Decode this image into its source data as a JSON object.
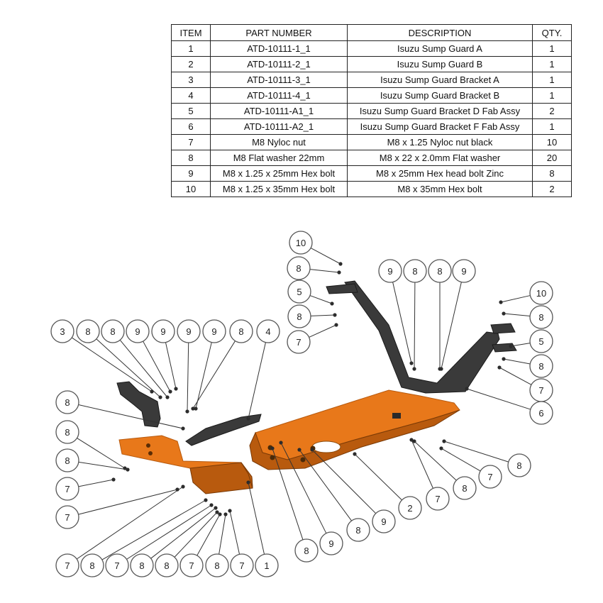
{
  "bom": {
    "headers": {
      "item": "ITEM",
      "part": "PART NUMBER",
      "desc": "DESCRIPTION",
      "qty": "QTY."
    },
    "rows": [
      {
        "item": "1",
        "part": "ATD-10111-1_1",
        "desc": "Isuzu Sump Guard A",
        "qty": "1"
      },
      {
        "item": "2",
        "part": "ATD-10111-2_1",
        "desc": "Isuzu Sump Guard B",
        "qty": "1"
      },
      {
        "item": "3",
        "part": "ATD-10111-3_1",
        "desc": "Isuzu Sump Guard Bracket A",
        "qty": "1"
      },
      {
        "item": "4",
        "part": "ATD-10111-4_1",
        "desc": "Isuzu Sump Guard Bracket B",
        "qty": "1"
      },
      {
        "item": "5",
        "part": "ATD-10111-A1_1",
        "desc": "Isuzu Sump Guard Bracket D Fab Assy",
        "qty": "2"
      },
      {
        "item": "6",
        "part": "ATD-10111-A2_1",
        "desc": "Isuzu Sump Guard Bracket F Fab Assy",
        "qty": "1"
      },
      {
        "item": "7",
        "part": "M8 Nyloc nut",
        "desc": "M8 x 1.25 Nyloc nut black",
        "qty": "10"
      },
      {
        "item": "8",
        "part": "M8 Flat washer 22mm",
        "desc": "M8 x 22 x 2.0mm Flat washer",
        "qty": "20"
      },
      {
        "item": "9",
        "part": "M8 x 1.25 x 25mm Hex bolt",
        "desc": "M8 x 25mm Hex head bolt Zinc",
        "qty": "8"
      },
      {
        "item": "10",
        "part": "M8 x 1.25 x 35mm Hex bolt",
        "desc": "M8 x 35mm Hex bolt",
        "qty": "2"
      }
    ]
  },
  "diagram": {
    "colors": {
      "guard": "#e8781a",
      "guard_dark": "#b85a0e",
      "bracket": "#3a3a3a",
      "bracket_light": "#5a5a5a"
    },
    "balloons": [
      "10",
      "8",
      "5",
      "8",
      "7",
      "9",
      "8",
      "8",
      "9",
      "10",
      "8",
      "5",
      "8",
      "7",
      "6",
      "3",
      "8",
      "8",
      "9",
      "9",
      "9",
      "9",
      "8",
      "4",
      "8",
      "8",
      "8",
      "7",
      "7",
      "7",
      "8",
      "7",
      "8",
      "8",
      "7",
      "8",
      "7",
      "1",
      "8",
      "9",
      "8",
      "9",
      "2",
      "7",
      "8",
      "7",
      "8"
    ]
  }
}
